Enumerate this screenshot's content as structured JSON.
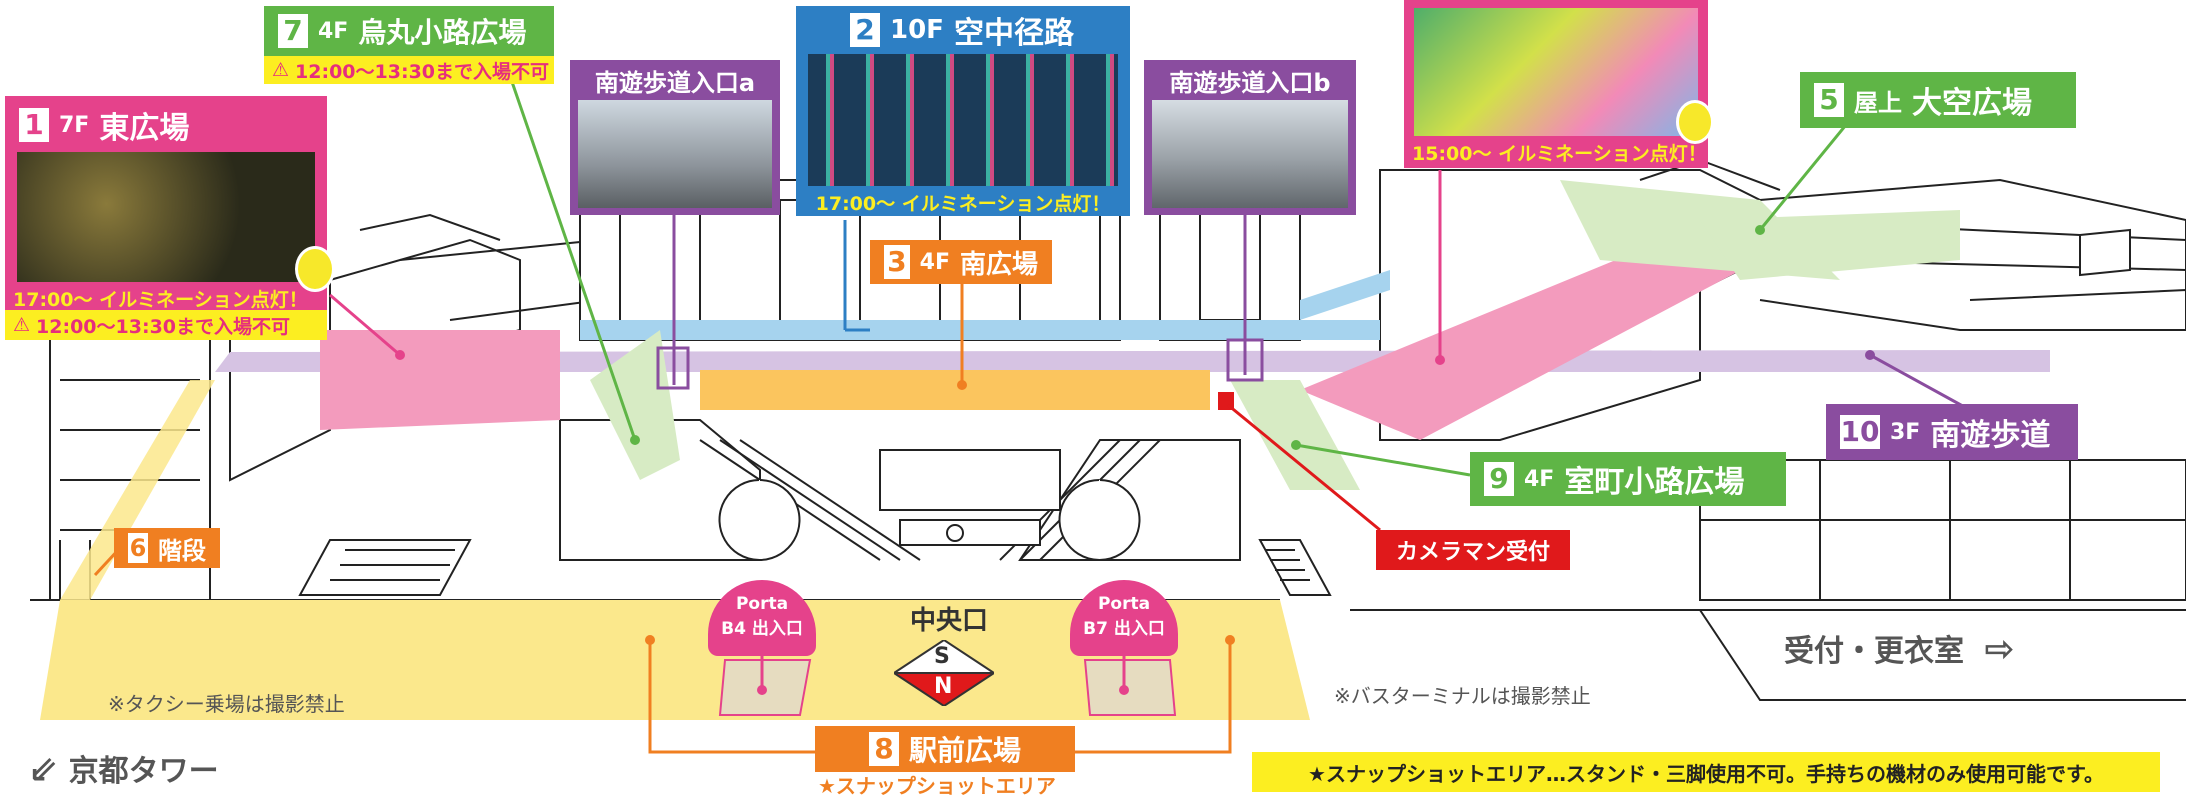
{
  "colors": {
    "pink": "#e5428b",
    "green": "#5fb546",
    "blue": "#2d7fc4",
    "orange": "#f07f21",
    "purple": "#8a4d9f",
    "yellow_notice": "#fcee21",
    "red": "#e0191b",
    "area_yellow": "#fbe88c",
    "area_pink": "#f39bbd",
    "area_green": "#d7ebc4",
    "area_blue": "#a6d3ee",
    "area_purple": "#d6c3e3",
    "area_orange": "#fbc55e"
  },
  "spots": {
    "s1": {
      "num": "1",
      "floor": "7F",
      "name": "東広場",
      "caption": "17:00〜 イルミネーション点灯！",
      "warning": "12:00〜13:30まで入場不可"
    },
    "s2": {
      "num": "2",
      "floor": "10F",
      "name": "空中径路",
      "caption": "17:00〜 イルミネーション点灯！"
    },
    "s3": {
      "num": "3",
      "floor": "4F",
      "name": "南広場"
    },
    "s5": {
      "num": "5",
      "floor": "屋上",
      "name": "大空広場"
    },
    "s6": {
      "num": "6",
      "name": "階段"
    },
    "s7": {
      "num": "7",
      "floor": "4F",
      "name": "烏丸小路広場",
      "warning": "12:00〜13:30まで入場不可"
    },
    "s8": {
      "num": "8",
      "name": "駅前広場",
      "sub": "★スナップショットエリア"
    },
    "s9": {
      "num": "9",
      "floor": "4F",
      "name": "室町小路広場"
    },
    "s10": {
      "num": "10",
      "floor": "3F",
      "name": "南遊歩道"
    },
    "top": {
      "caption": "15:00〜 イルミネーション点灯！"
    }
  },
  "entrances": {
    "a": "南遊歩道入口a",
    "b": "南遊歩道入口b"
  },
  "camera_reception": "カメラマン受付",
  "porta": {
    "b4": {
      "line1": "Porta",
      "line2": "B4 出入口"
    },
    "b7": {
      "line1": "Porta",
      "line2": "B7 出入口"
    }
  },
  "central_exit": "中央口",
  "compass": {
    "top": "S",
    "bottom": "N"
  },
  "reception": "受付・更衣室",
  "arrow_right": "⇨",
  "taxi_note": "※タクシー乗場は撮影禁止",
  "bus_note": "※バスターミナルは撮影禁止",
  "kyoto_tower": "京都タワー",
  "arrow_down_left": "⇙",
  "warn_icon": "⚠",
  "footer_note": "★スナップショットエリア…スタンド・三脚使用不可。手持ちの機材のみ使用可能です。"
}
